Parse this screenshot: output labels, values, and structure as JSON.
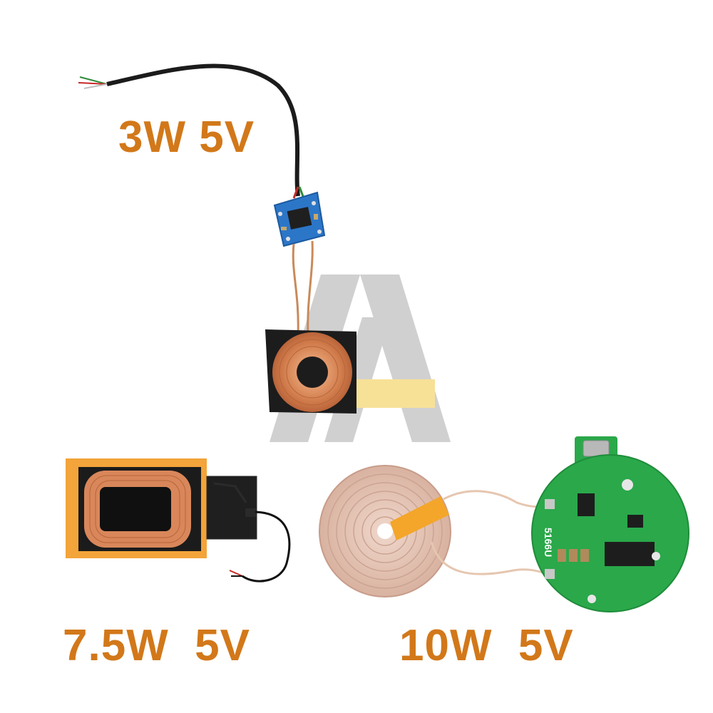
{
  "image": {
    "products": [
      {
        "label": "3W 5V"
      },
      {
        "label": "7.5W  5V"
      },
      {
        "label": "10W  5V"
      }
    ],
    "pcb_marking": "5166U",
    "colors": {
      "label": "#d2781a",
      "copper": "#d9875a",
      "blue_pcb": "#2c76c8",
      "green_pcb": "#2aa84a",
      "amber_film": "#f3a43a",
      "watermark_gray": "#bdbdbd",
      "watermark_yellow": "#f6dc86"
    }
  }
}
